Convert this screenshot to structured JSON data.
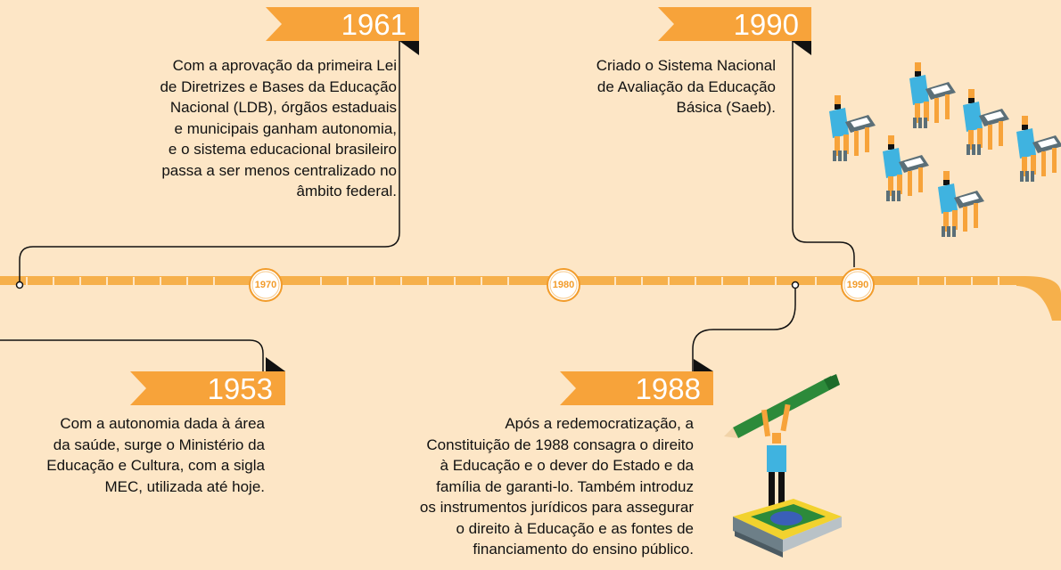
{
  "events": [
    {
      "id": "1961",
      "year": "1961",
      "lines": [
        "Com a aprovação da primeira Lei",
        "de Diretrizes e Bases da Educação",
        "Nacional (LDB), órgãos estaduais",
        "e municipais ganham autonomia,",
        "e o sistema educacional brasileiro",
        "passa a ser menos centralizado no",
        "âmbito federal."
      ]
    },
    {
      "id": "1990",
      "year": "1990",
      "lines": [
        "Criado o Sistema Nacional",
        "de Avaliação da Educação",
        "Básica (Saeb)."
      ]
    },
    {
      "id": "1953",
      "year": "1953",
      "lines": [
        "Com a autonomia dada à área",
        "da saúde, surge o Ministério da",
        "Educação e Cultura, com a sigla",
        "MEC, utilizada até hoje."
      ]
    },
    {
      "id": "1988",
      "year": "1988",
      "lines": [
        "Após a redemocratização, a",
        "Constituição de 1988 consagra o direito",
        "à Educação e o dever do Estado e da",
        "família de garanti-lo. Também introduz",
        "os instrumentos jurídicos para assegurar",
        "o direito à Educação e as fontes de",
        "financiamento do ensino público."
      ]
    }
  ],
  "decade_markers": [
    "1970",
    "1980",
    "1990"
  ],
  "colors": {
    "background": "#fde6c6",
    "timeline": "#f6b04b",
    "banner": "#f7a33a",
    "banner_fold": "#111111",
    "marker_ring": "#f29c2b"
  },
  "icons": {
    "students": "students-at-desks-illustration",
    "student_pencil": "student-raising-pencil-on-book-illustration"
  }
}
